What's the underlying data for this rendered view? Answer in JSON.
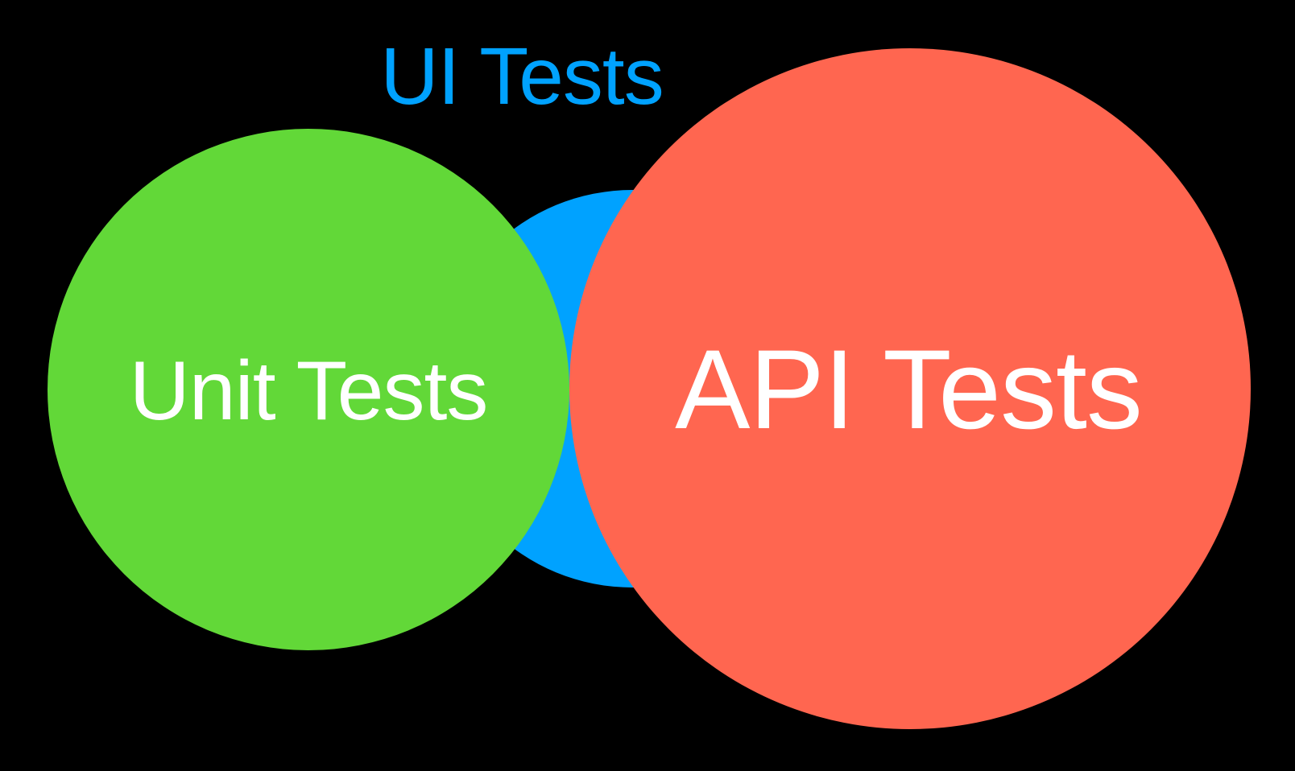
{
  "diagram": {
    "background_color": "#000000",
    "circles": {
      "ui_tests": {
        "label": "UI Tests",
        "fill_color": "#00A2FF",
        "label_color": "#00A2FF"
      },
      "unit_tests": {
        "label": "Unit Tests",
        "fill_color": "#62D838",
        "label_color": "#FFFFFF"
      },
      "api_tests": {
        "label": "API Tests",
        "fill_color": "#FF6650",
        "label_color": "#FFFFFF"
      }
    }
  }
}
